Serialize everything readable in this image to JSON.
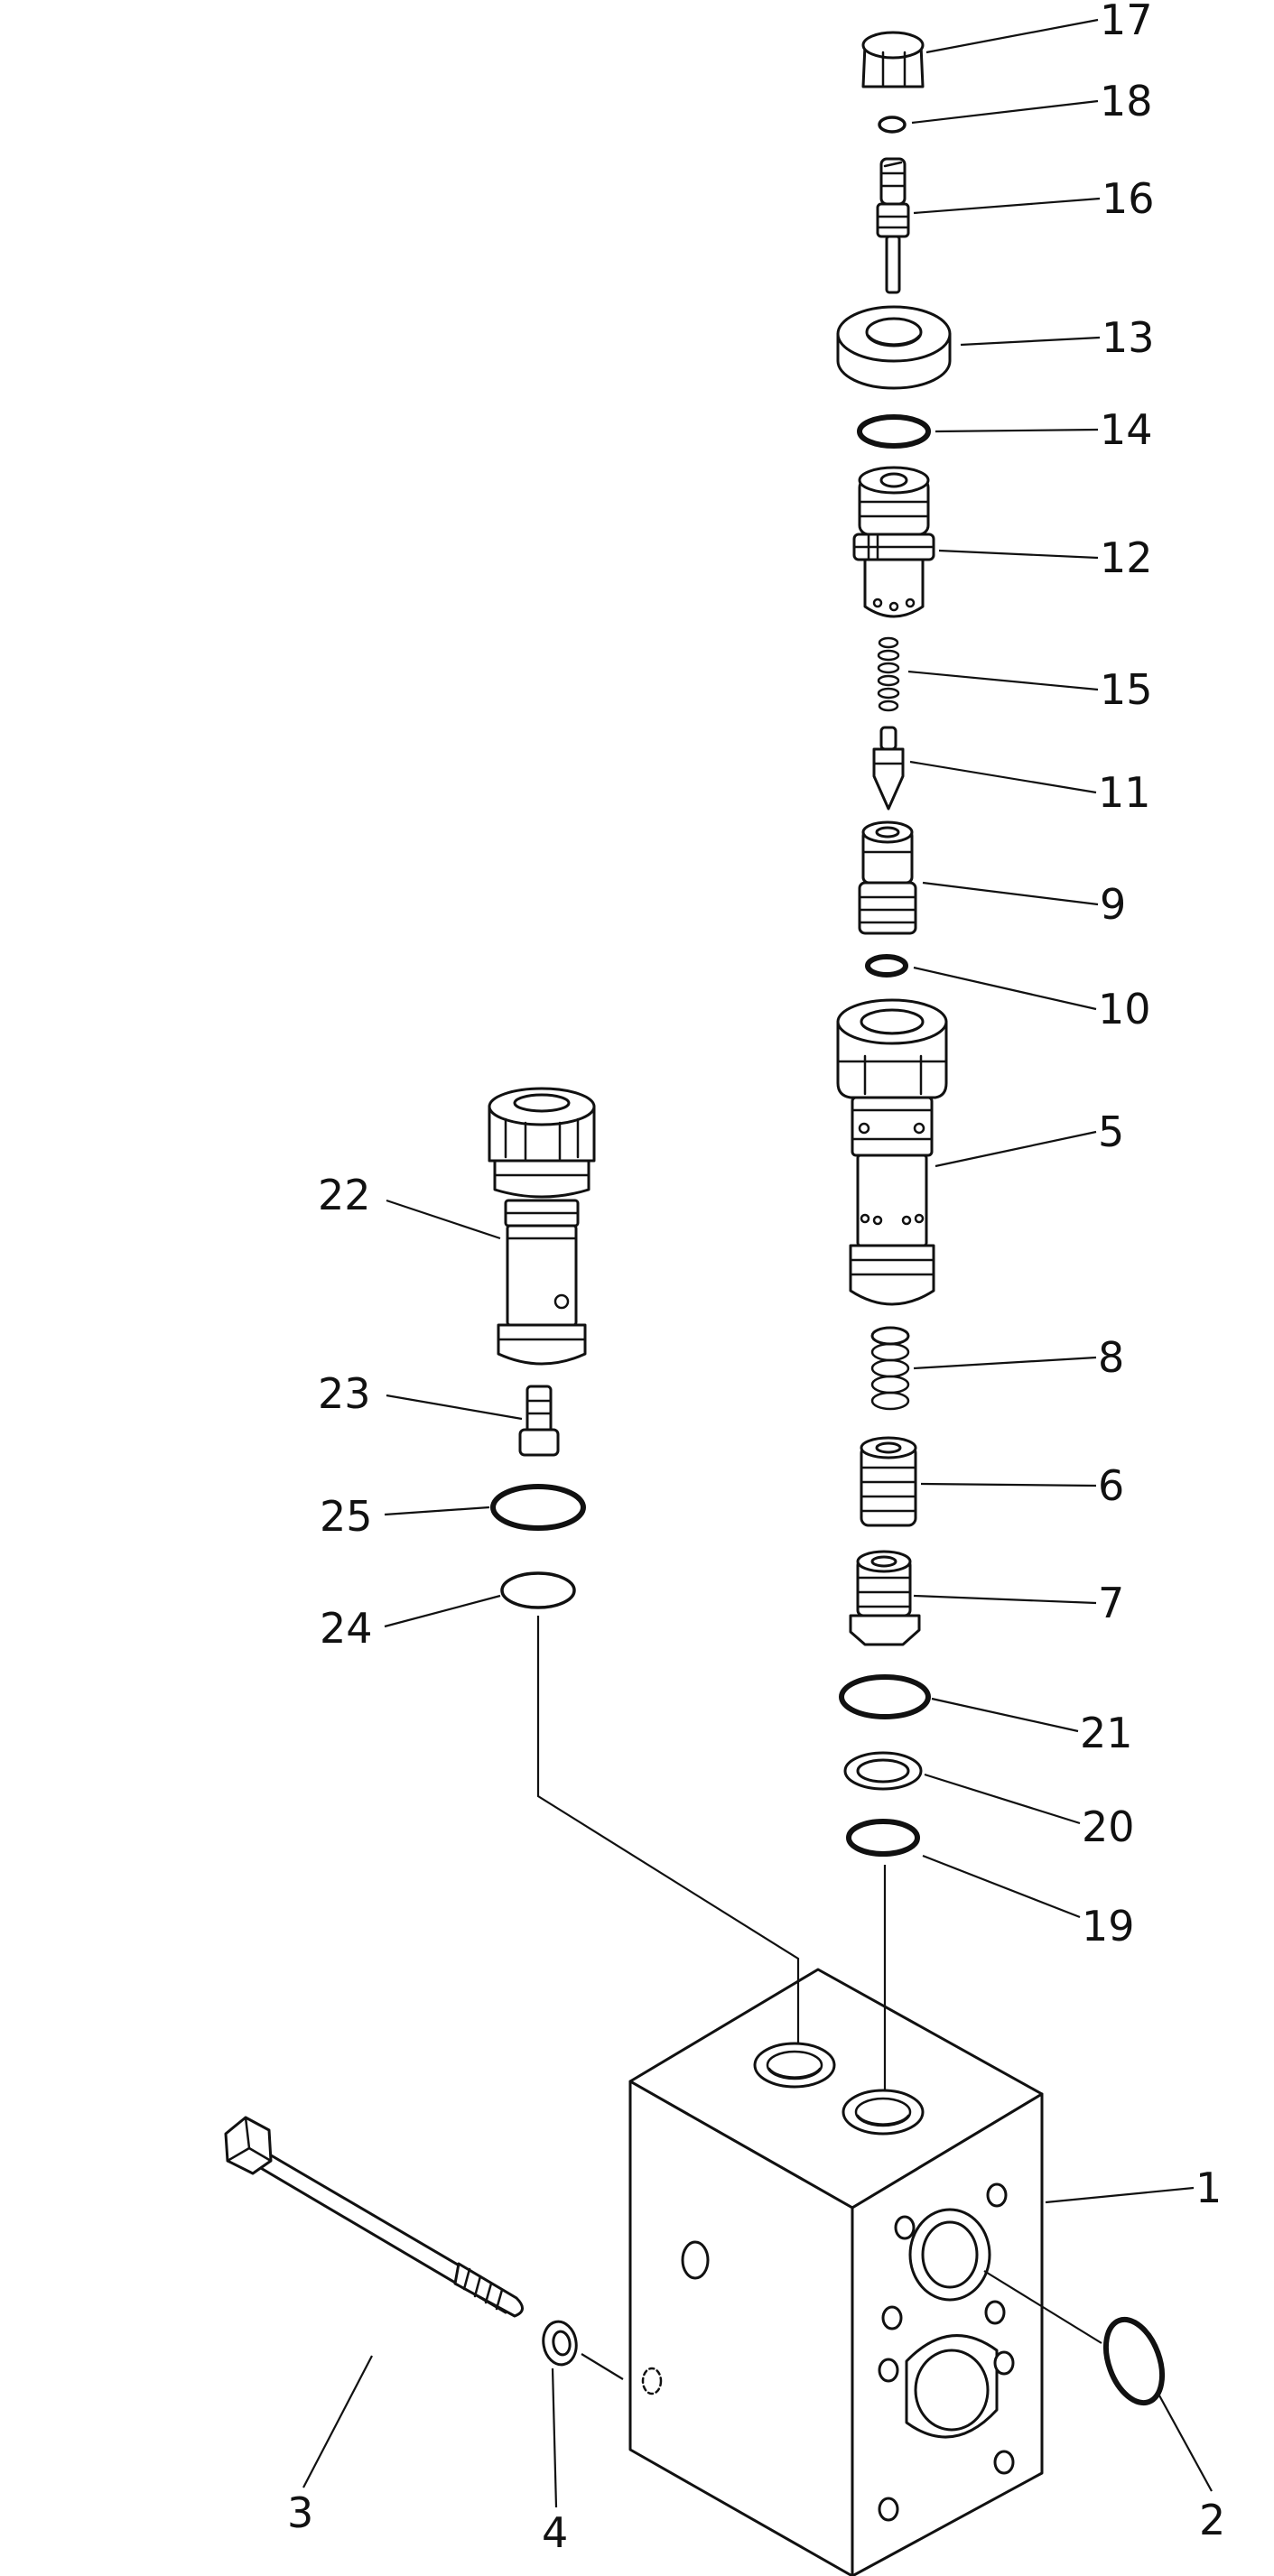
{
  "colors": {
    "ink": "#111111",
    "paper": "#ffffff"
  },
  "callouts": {
    "c1": "1",
    "c2": "2",
    "c3": "3",
    "c4": "4",
    "c5": "5",
    "c6": "6",
    "c7": "7",
    "c8": "8",
    "c9": "9",
    "c10": "10",
    "c11": "11",
    "c12": "12",
    "c13": "13",
    "c14": "14",
    "c15": "15",
    "c16": "16",
    "c17": "17",
    "c18": "18",
    "c19": "19",
    "c20": "20",
    "c21": "21",
    "c22": "22",
    "c23": "23",
    "c24": "24",
    "c25": "25"
  }
}
